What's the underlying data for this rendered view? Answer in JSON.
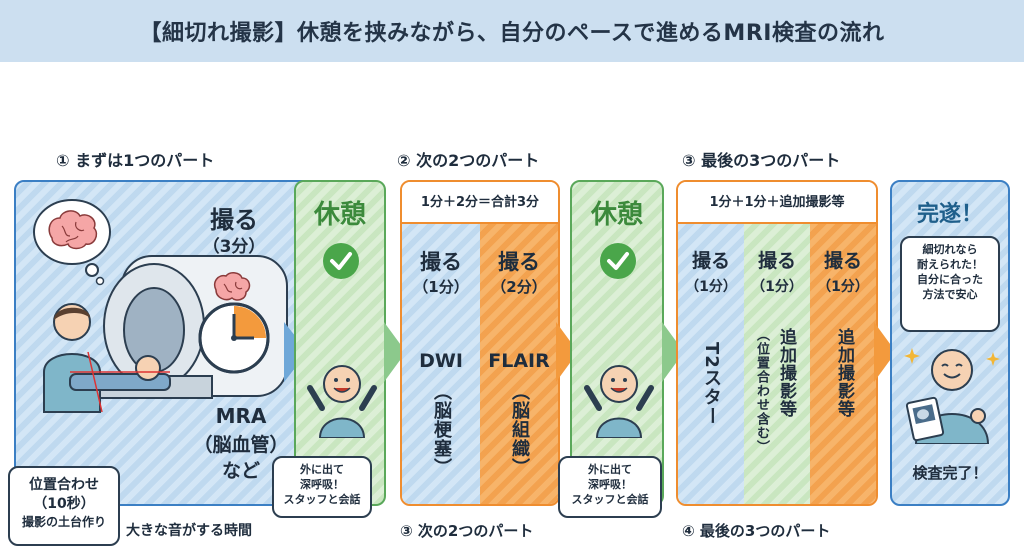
{
  "title": "【細切れ撮影】休憩を挟みながら、自分のペースで進めるMRI検査の流れ",
  "part1": {
    "label": "① まずは1つのパート",
    "shoot": "撮る",
    "duration": "（3分）",
    "exam": "MRA",
    "exam_detail": "（脳血管）",
    "etc": "など",
    "positioning_line1": "位置合わせ",
    "positioning_line2": "（10秒）",
    "positioning_line3": "撮影の土台作り",
    "footer": "大きな音がする時間"
  },
  "break1": {
    "title": "休憩",
    "bubble_line1": "外に出て",
    "bubble_line2": "深呼吸！",
    "bubble_line3": "スタッフと会話"
  },
  "part2": {
    "label": "② 次の2つのパート",
    "header": "1分＋2分＝合計3分",
    "cols": [
      {
        "shoot": "撮る",
        "duration": "（1分）",
        "name": "DWI",
        "detail": "（脳梗塞）"
      },
      {
        "shoot": "撮る",
        "duration": "（2分）",
        "name": "FLAIR",
        "detail": "（脳組織）"
      }
    ],
    "footer": "③ 次の2つのパート"
  },
  "break2": {
    "title": "休憩",
    "bubble_line1": "外に出て",
    "bubble_line2": "深呼吸！",
    "bubble_line3": "スタッフと会話"
  },
  "part3": {
    "label": "③ 最後の3つのパート",
    "header": "1分＋1分＋追加撮影等",
    "cols": [
      {
        "shoot": "撮る",
        "duration": "（1分）",
        "name": "T2スター",
        "detail": ""
      },
      {
        "shoot": "撮る",
        "duration": "（1分）",
        "name": "追加撮影等",
        "detail": "（位置合わせ含む）"
      },
      {
        "shoot": "撮る",
        "duration": "（1分）",
        "name": "追加撮影等",
        "detail": ""
      }
    ],
    "footer": "④ 最後の3つのパート"
  },
  "finish": {
    "title": "完遂！",
    "bubble_line1": "細切れなら",
    "bubble_line2": "耐えられた！",
    "bubble_line3": "自分に合った",
    "bubble_line4": "方法で安心",
    "caption": "検査完了！"
  },
  "colors": {
    "blue_border": "#3b7fc4",
    "green_border": "#5aa85a",
    "orange_border": "#ef8d2f",
    "green_text": "#3c8a3c",
    "teal_text": "#1f5f8b"
  },
  "icons": [
    "brain-icon",
    "clock-icon",
    "check-icon",
    "mri-machine-icon",
    "doctor-icon",
    "patient-icon",
    "sparkle-icon",
    "scan-card-icon"
  ]
}
